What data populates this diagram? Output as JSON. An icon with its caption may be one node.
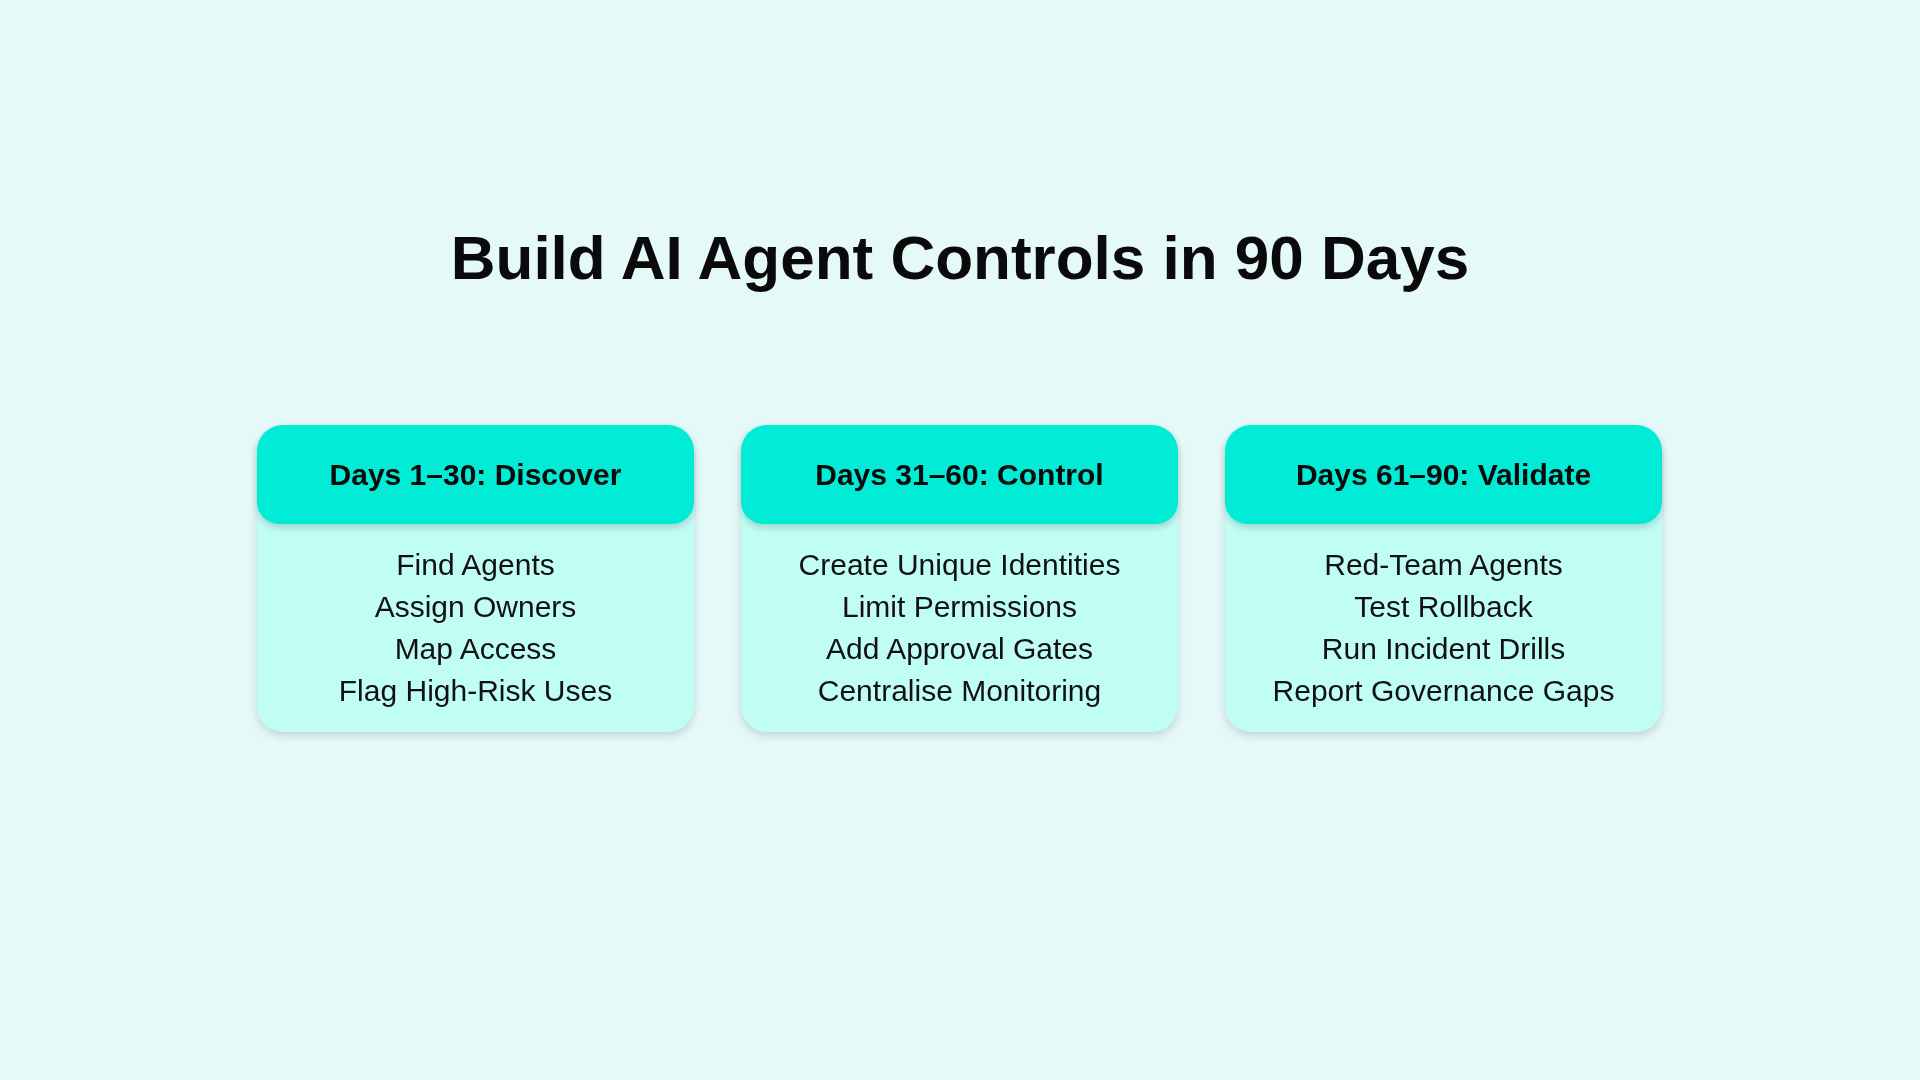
{
  "diagram": {
    "title": "Build AI Agent Controls in 90 Days",
    "nodes": [
      {
        "text": [
          "Days 1–30: Discover",
          "Find Agents",
          "Assign Owners",
          "Map Access",
          "Flag High-Risk Uses"
        ]
      },
      {
        "text": [
          "Days 31–60: Control",
          "Create Unique Identities",
          "Limit Permissions",
          "Add Approval Gates",
          "Centralise Monitoring"
        ]
      },
      {
        "text": [
          "Days 61–90: Validate",
          "Red-Team Agents",
          "Test Rollback",
          "Run Incident Drills",
          "Report Governance Gaps"
        ]
      }
    ]
  }
}
